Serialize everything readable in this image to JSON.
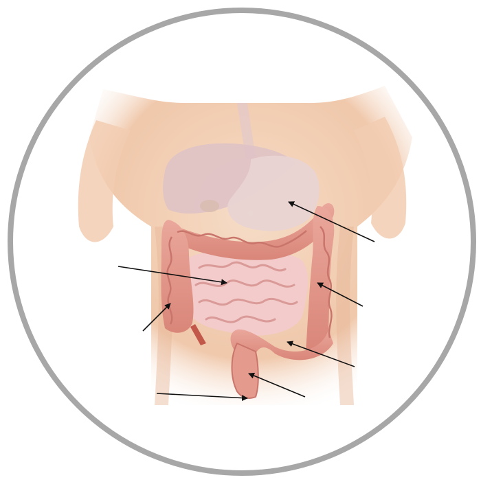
{
  "diagram": {
    "subject": "digestive-system",
    "organs": [
      "liver",
      "stomach",
      "large-intestine",
      "small-intestine",
      "rectum"
    ],
    "arrow_count": 7,
    "labels": []
  },
  "colors": {
    "frame": "#a7a7a7",
    "skin": "#f4d2b7",
    "skin_shadow": "#e7b597",
    "liver": "#dfc2c5",
    "stomach": "#e8d4d3",
    "colon": "#e59a8e",
    "colon_shadow": "#c9756c",
    "small_intestine": "#f2cbca",
    "small_intestine_line": "#d99a98",
    "appendix": "#c2584a",
    "arrow": "#111111"
  }
}
